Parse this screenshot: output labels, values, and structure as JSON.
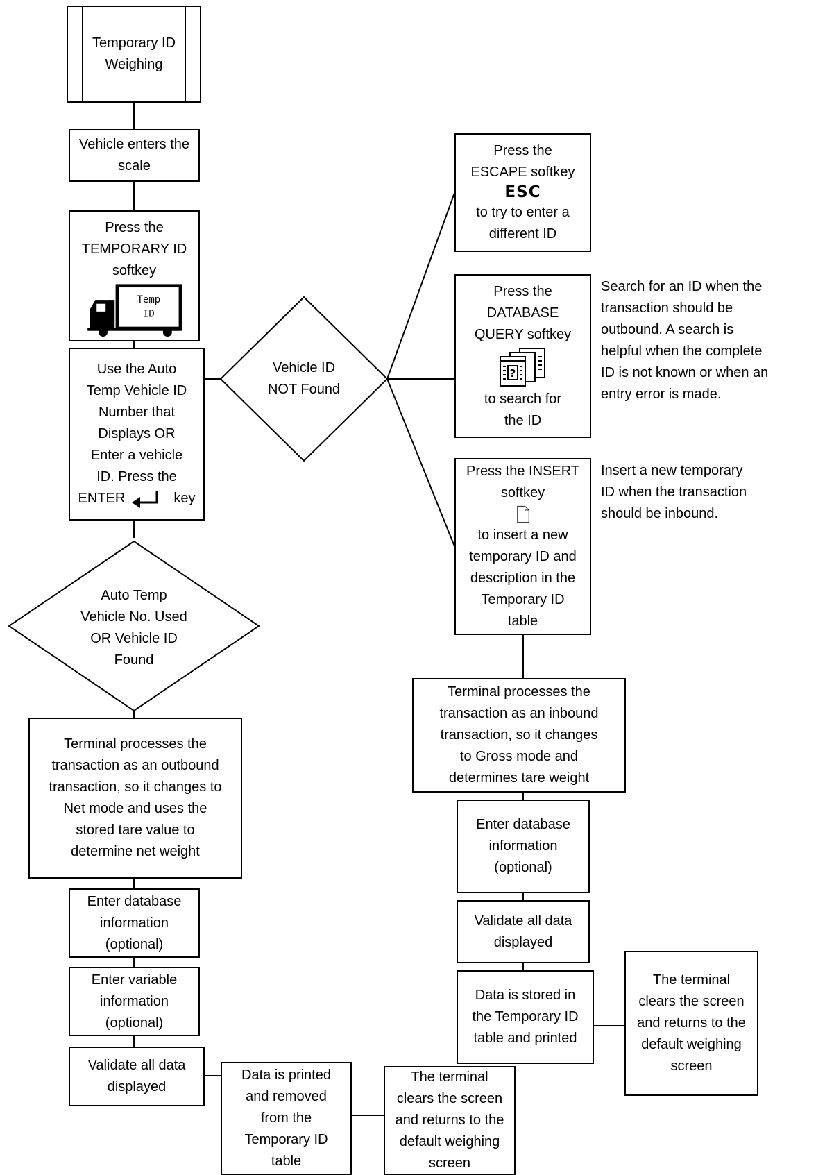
{
  "start": {
    "lines": [
      "Temporary ID",
      "Weighing"
    ]
  },
  "enters": {
    "lines": [
      "Vehicle enters the",
      "scale"
    ]
  },
  "temp_softkey": {
    "lines": [
      "Press the",
      "TEMPORARY ID",
      "softkey"
    ],
    "icon": "temp-id-truck-icon",
    "icon_text": [
      "Temp",
      "ID"
    ]
  },
  "use_auto": {
    "lines": [
      "Use the Auto",
      "Temp Vehicle ID",
      "Number that",
      "Displays OR",
      "Enter a vehicle",
      "ID. Press the"
    ],
    "enter_word": "ENTER",
    "key_word": "key",
    "icon": "enter-key-icon"
  },
  "not_found": {
    "lines": [
      "Vehicle ID",
      "NOT Found"
    ]
  },
  "found": {
    "lines": [
      "Auto Temp",
      "Vehicle No. Used",
      "OR Vehicle ID",
      "Found"
    ]
  },
  "esc_box": {
    "lines_top": [
      "Press the",
      "ESCAPE softkey"
    ],
    "esc_label": "ESC",
    "lines_bottom": [
      "to try to enter a",
      "different ID"
    ]
  },
  "query_box": {
    "lines_top": [
      "Press the",
      "DATABASE",
      "QUERY softkey"
    ],
    "icon": "database-query-icon",
    "lines_bottom": [
      "to search for",
      "the ID"
    ]
  },
  "query_note": {
    "lines": [
      "Search for an ID when the",
      "transaction should be",
      "outbound. A search is",
      "helpful when the complete",
      "ID is not known or when an",
      "entry error is made."
    ]
  },
  "insert_box": {
    "lines_top": [
      "Press the INSERT",
      "softkey"
    ],
    "icon": "insert-document-icon",
    "lines_bottom": [
      "to insert a new",
      "temporary ID and",
      "description in the",
      "Temporary ID",
      "table"
    ]
  },
  "insert_note": {
    "lines": [
      "Insert a new temporary",
      "ID when the transaction",
      "should be inbound."
    ]
  },
  "inbound": {
    "lines": [
      "Terminal processes the",
      "transaction as an inbound",
      "transaction, so it changes",
      "to Gross mode and",
      "determines tare weight"
    ]
  },
  "outbound": {
    "lines": [
      "Terminal processes the",
      "transaction as an outbound",
      "transaction, so it changes to",
      "Net mode and uses the",
      "stored tare value to",
      "determine net weight"
    ]
  },
  "left_db": {
    "lines": [
      "Enter database",
      "information",
      "(optional)"
    ]
  },
  "left_var": {
    "lines": [
      "Enter variable",
      "information",
      "(optional)"
    ]
  },
  "left_validate": {
    "lines": [
      "Validate all data",
      "displayed"
    ]
  },
  "left_printed": {
    "lines": [
      "Data is printed",
      "and removed",
      "from the",
      "Temporary ID",
      "table"
    ]
  },
  "left_clears": {
    "lines": [
      "The terminal",
      "clears the screen",
      "and returns to the",
      "default weighing",
      "screen"
    ]
  },
  "right_db": {
    "lines": [
      "Enter database",
      "information",
      "(optional)"
    ]
  },
  "right_validate": {
    "lines": [
      "Validate all data",
      "displayed"
    ]
  },
  "right_stored": {
    "lines": [
      "Data is stored in",
      "the Temporary ID",
      "table and printed"
    ]
  },
  "right_clears": {
    "lines": [
      "The terminal",
      "clears the screen",
      "and returns to the",
      "default weighing",
      "screen"
    ]
  }
}
